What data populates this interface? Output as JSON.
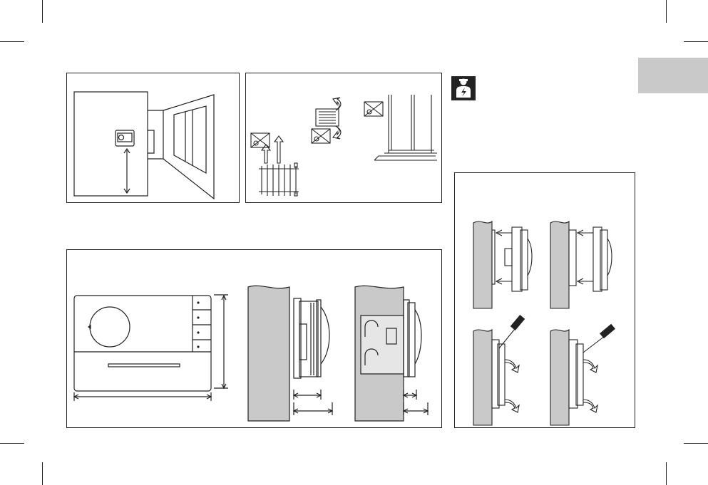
{
  "page": {
    "tab_color": "#c9c9c9",
    "line_color": "#222222"
  },
  "icons": {
    "installer": "electrician-warning-icon"
  },
  "figures": [
    {
      "name": "mounting-location-figure",
      "icon": "room-wall-placement-icon"
    },
    {
      "name": "avoid-heat-sources-figure",
      "icon": "radiator-window-sun-icon"
    },
    {
      "name": "device-dimensions-figure",
      "icon": "thermostat-dimension-icon"
    },
    {
      "name": "wall-mounting-steps-figure",
      "icon": "screwdriver-mounting-icon"
    }
  ]
}
